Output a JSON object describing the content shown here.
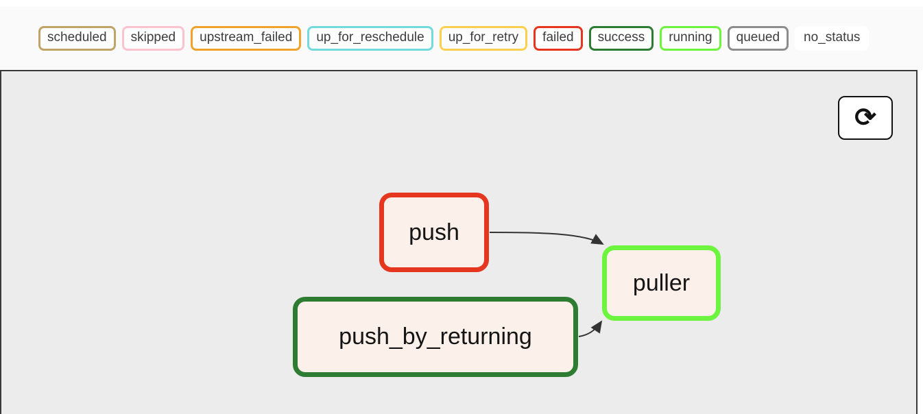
{
  "legend": {
    "items": [
      {
        "label": "scheduled",
        "color": "#C0A46A"
      },
      {
        "label": "skipped",
        "color": "#FBC3CD"
      },
      {
        "label": "upstream_failed",
        "color": "#F0A32B"
      },
      {
        "label": "up_for_reschedule",
        "color": "#73DBDE"
      },
      {
        "label": "up_for_retry",
        "color": "#FED04D"
      },
      {
        "label": "failed",
        "color": "#E5371F"
      },
      {
        "label": "success",
        "color": "#2E7C32"
      },
      {
        "label": "running",
        "color": "#6DF43F"
      },
      {
        "label": "queued",
        "color": "#8D8D8D"
      },
      {
        "label": "no_status",
        "color": "#FFFFFF"
      }
    ]
  },
  "graph": {
    "background": "#ECECEC",
    "node_fill": "#FBF0EA",
    "edge_color": "#333333",
    "nodes": [
      {
        "id": "push",
        "label": "push",
        "state": "failed",
        "color": "#E5371F"
      },
      {
        "id": "push_by_returning",
        "label": "push_by_returning",
        "state": "success",
        "color": "#2E7C32"
      },
      {
        "id": "puller",
        "label": "puller",
        "state": "running",
        "color": "#6DF43F"
      }
    ],
    "edges": [
      {
        "from": "push",
        "to": "puller"
      },
      {
        "from": "push_by_returning",
        "to": "puller"
      }
    ],
    "toolbar": {
      "refresh_icon": "⟳"
    }
  }
}
